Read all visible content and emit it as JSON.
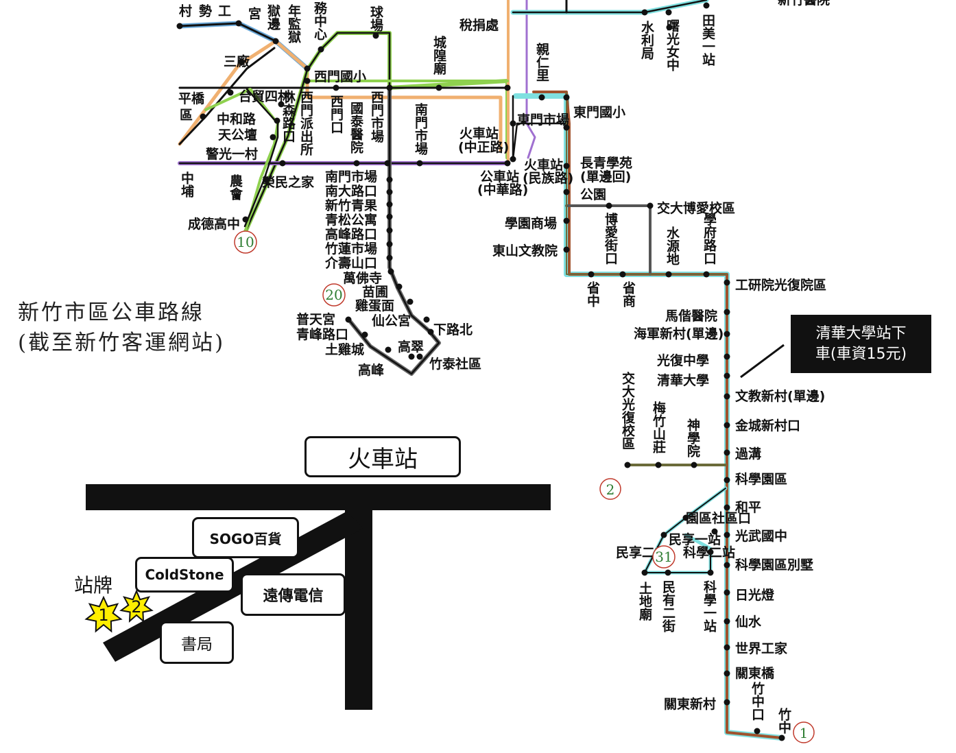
{
  "map_title": {
    "line1": "新竹市區公車路線",
    "line2": "(截至新竹客運網站)"
  },
  "info_box": {
    "line1": "清華大學站下",
    "line2": "車(車資15元)"
  },
  "route_numbers": {
    "r1": "1",
    "r2": "2",
    "r10": "10",
    "r20": "20",
    "r31": "31"
  },
  "stations": {
    "top_strip": [
      "村",
      "勢",
      "工",
      "宮",
      "獄邊",
      "年監獄",
      "務中心",
      "球場",
      "稅捐處",
      "親仁里",
      "水利局",
      "曙光女中",
      "田美一站",
      "新竹醫院"
    ],
    "west": [
      "三廠",
      "西門國小",
      "平橋",
      "區",
      "台貿四村",
      "中和路",
      "天公壇",
      "林森路口",
      "西門派出所",
      "西門口",
      "國泰醫院",
      "西門市場",
      "南門市場",
      "警光一村",
      "中埔",
      "農會",
      "榮民之家",
      "成德高中",
      "城隍廟"
    ],
    "south": [
      "南門市場",
      "南大路口",
      "新竹青果",
      "青松公寓",
      "高峰路口",
      "竹蓮市場",
      "介壽山口",
      "萬佛寺",
      "苗圃",
      "雞蛋面",
      "仙公宮",
      "普天宮",
      "青峰路口",
      "土雞城",
      "高峰",
      "下路北",
      "高翠",
      "竹泰社區"
    ],
    "center": [
      "火車站",
      "(中正路)",
      "公車站",
      "(中華路)",
      "東門市場",
      "東門國小",
      "火車站",
      "(民族路)",
      "長青學苑",
      "(單邊回)",
      "公園",
      "學園商場",
      "東山文教院",
      "博愛街口",
      "省中",
      "省商",
      "交大博愛校區",
      "水源地",
      "學府路口"
    ],
    "east": [
      "工研院光復院區",
      "馬偕醫院",
      "海軍新村(單邊)",
      "光復中學",
      "清華大學",
      "文教新村(單邊)",
      "金城新村口",
      "過溝",
      "科學園區",
      "和平",
      "光武國中",
      "科學園區別墅",
      "日光燈",
      "仙水",
      "世界工家",
      "關東橋",
      "竹中口",
      "竹中",
      "關東新村"
    ],
    "route2": [
      "交大光復校區",
      "梅竹山莊",
      "神學院"
    ],
    "route31": [
      "園區社區口",
      "民享一站",
      "民享二站",
      "科學二站",
      "土地廟",
      "民有二街",
      "科學一站"
    ]
  },
  "street_diagram": {
    "train_station": "火車站",
    "sogo": "SOGO百貨",
    "coldstone": "ColdStone",
    "fareastone": "遠傳電信",
    "bookstore": "書局",
    "bus_stop": "站牌",
    "stop_1": "1",
    "stop_2": "2"
  },
  "colors": {
    "route_black": "#111111",
    "route_green": "#8fd14f",
    "route_brown": "#a0522d",
    "route_orange": "#f0b070",
    "route_blue": "#6aa8d8",
    "route_cyan": "#7fe0e0",
    "route_purple": "#a070d0",
    "route_darkgray": "#555555",
    "route_olive": "#6b6b3a",
    "route_number": "#2e7d32",
    "route_number_10": "#c0392b",
    "info_bg": "#111111",
    "star_fill": "#ffee00"
  }
}
